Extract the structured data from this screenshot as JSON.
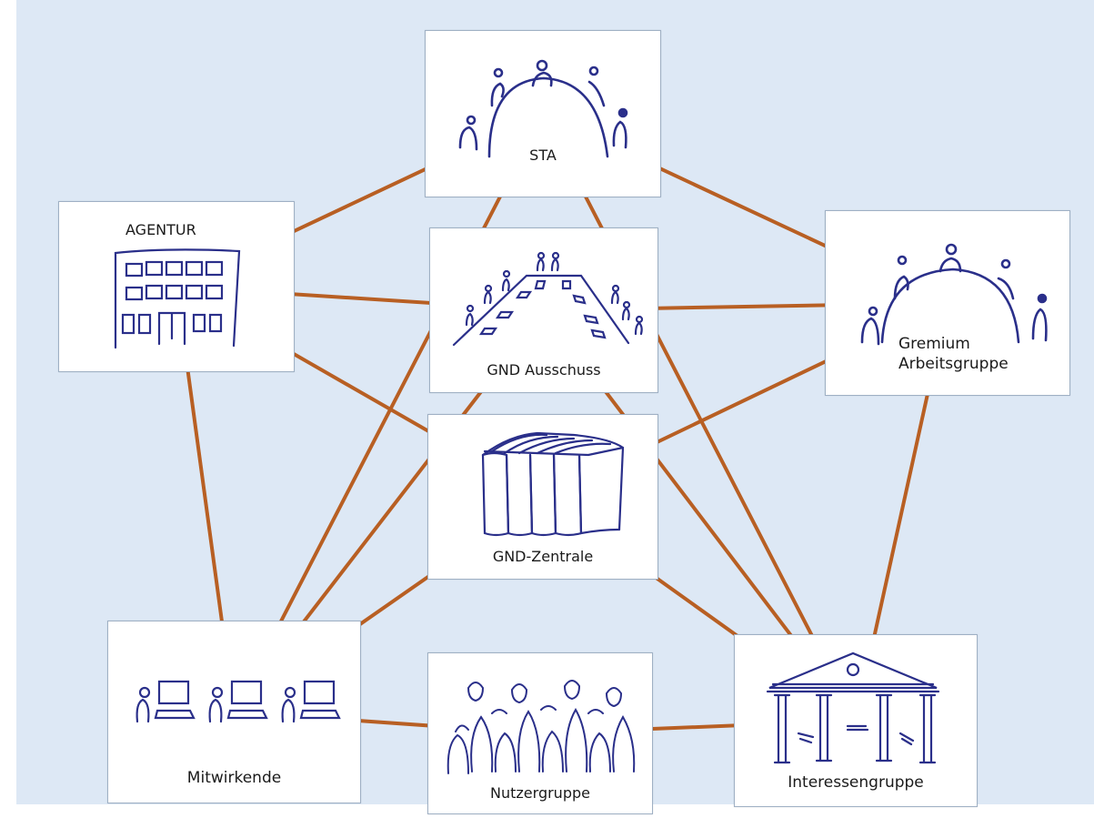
{
  "colors": {
    "background": "#dde8f5",
    "link": "#b85f23",
    "sketch": "#2a2f8a"
  },
  "nodes": {
    "sta": {
      "label": "STA",
      "icon": "round-table-icon"
    },
    "agentur": {
      "label": "AGENTUR",
      "icon": "office-building-icon"
    },
    "ausschuss": {
      "label": "GND Ausschuss",
      "icon": "conference-table-icon"
    },
    "gremium": {
      "label_line1": "Gremium",
      "label_line2": "Arbeitsgruppe",
      "icon": "round-table-icon"
    },
    "zentrale": {
      "label": "GND-Zentrale",
      "icon": "books-icon"
    },
    "mitwirkende": {
      "label": "Mitwirkende",
      "icon": "computer-workstations-icon"
    },
    "nutzergruppe": {
      "label": "Nutzergruppe",
      "icon": "crowd-icon"
    },
    "interessen": {
      "label": "Interessengruppe",
      "icon": "temple-icon"
    }
  },
  "links": [
    [
      "sta",
      "agentur"
    ],
    [
      "sta",
      "gremium"
    ],
    [
      "sta",
      "mitwirkende"
    ],
    [
      "sta",
      "interessen"
    ],
    [
      "agentur",
      "ausschuss"
    ],
    [
      "agentur",
      "zentrale"
    ],
    [
      "agentur",
      "mitwirkende"
    ],
    [
      "ausschuss",
      "gremium"
    ],
    [
      "ausschuss",
      "mitwirkende"
    ],
    [
      "ausschuss",
      "interessen"
    ],
    [
      "gremium",
      "zentrale"
    ],
    [
      "gremium",
      "interessen"
    ],
    [
      "zentrale",
      "mitwirkende"
    ],
    [
      "zentrale",
      "interessen"
    ],
    [
      "mitwirkende",
      "nutzergruppe"
    ],
    [
      "nutzergruppe",
      "interessen"
    ]
  ]
}
